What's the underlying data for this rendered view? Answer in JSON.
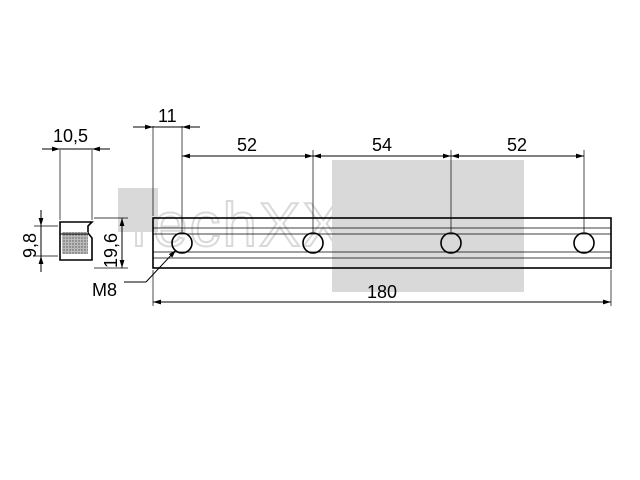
{
  "watermark": {
    "text": "TechXXL",
    "color": "#d9d9d9"
  },
  "dimensions": {
    "profile_width": "10,5",
    "profile_height_inner": "9,8",
    "profile_height_outer": "19,6",
    "first_hole_offset": "11",
    "spacing_1": "52",
    "spacing_2": "54",
    "spacing_3": "52",
    "total_length": "180",
    "thread": "M8"
  },
  "colors": {
    "line": "#000000",
    "background": "#ffffff",
    "hatch": "#888888"
  }
}
